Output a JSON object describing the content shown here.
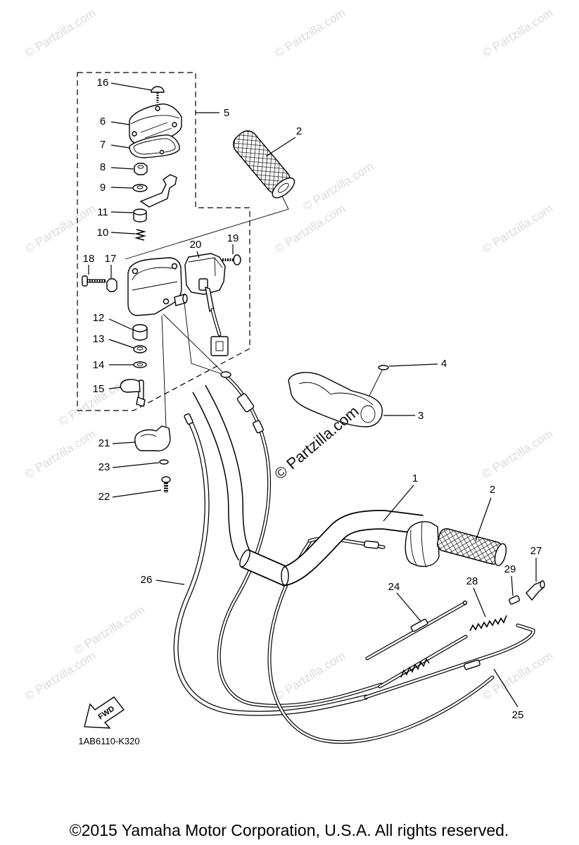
{
  "callouts": {
    "part_16": "16",
    "part_6": "6",
    "part_7": "7",
    "part_8": "8",
    "part_9": "9",
    "part_11": "11",
    "part_10": "10",
    "part_5": "5",
    "part_2_top": "2",
    "part_18": "18",
    "part_17": "17",
    "part_19": "19",
    "part_20": "20",
    "part_12": "12",
    "part_13": "13",
    "part_14": "14",
    "part_15": "15",
    "part_21": "21",
    "part_23": "23",
    "part_22": "22",
    "part_4": "4",
    "part_3": "3",
    "part_1": "1",
    "part_2_right": "2",
    "part_27": "27",
    "part_29": "29",
    "part_28": "28",
    "part_24": "24",
    "part_26": "26",
    "part_25": "25"
  },
  "fwd_label": "FWD",
  "diagram_code": "1AB6110-K320",
  "copyright": "©2015 Yamaha Motor Corporation, U.S.A. All rights reserved.",
  "watermark": "© Partzilla.com",
  "colors": {
    "ink": "#000000",
    "watermark": "#dadada",
    "background": "#ffffff"
  }
}
